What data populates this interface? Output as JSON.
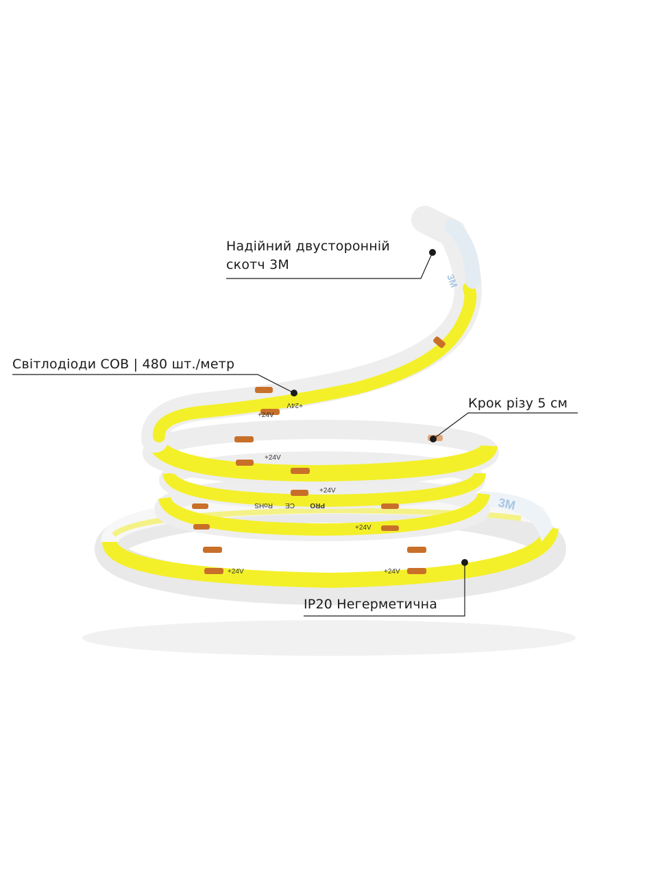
{
  "callouts": {
    "tape": {
      "line1": "Надійний двусторонній",
      "line2": "скотч 3M"
    },
    "leds": {
      "text": "Світлодіоди COB | 480 шт./метр"
    },
    "cut": {
      "text": "Крок різу 5 см"
    },
    "ip": {
      "text": "IP20 Негерметична"
    }
  },
  "strip_markings": {
    "voltage": "+24V",
    "brand": "PRO",
    "rohs": "RoHS",
    "ce": "CE",
    "tape_brand": "3M"
  },
  "colors": {
    "led": "#f3f02a",
    "strip": "#f2f2f2",
    "pad": "#c8702a",
    "tape_liner": "#e8eef4",
    "tape_print": "#a9c6e2",
    "line": "#1a1a1a"
  }
}
